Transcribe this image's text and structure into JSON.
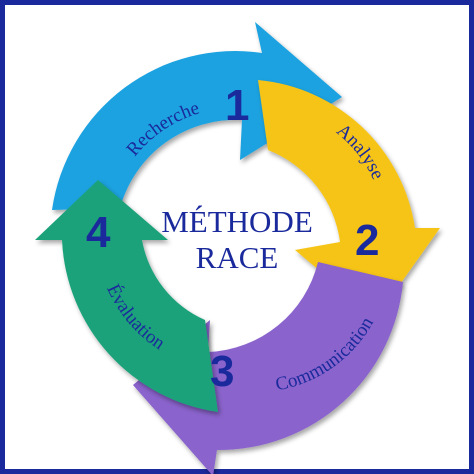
{
  "diagram": {
    "title_line1": "MÉTHODE",
    "title_line2": "RACE",
    "steps": [
      {
        "number": "1",
        "label": "Recherche",
        "color": "#1aa2e0"
      },
      {
        "number": "2",
        "label": "Analyse",
        "color": "#f6c416"
      },
      {
        "number": "3",
        "label": "Communication",
        "color": "#8a63cc"
      },
      {
        "number": "4",
        "label": "Évaluation",
        "color": "#1ba27a"
      }
    ],
    "number_color": "#1a2a9c",
    "label_color": "#1a2a9c",
    "title_color": "#1a2a9c",
    "frame_color": "#1a2a9c"
  }
}
